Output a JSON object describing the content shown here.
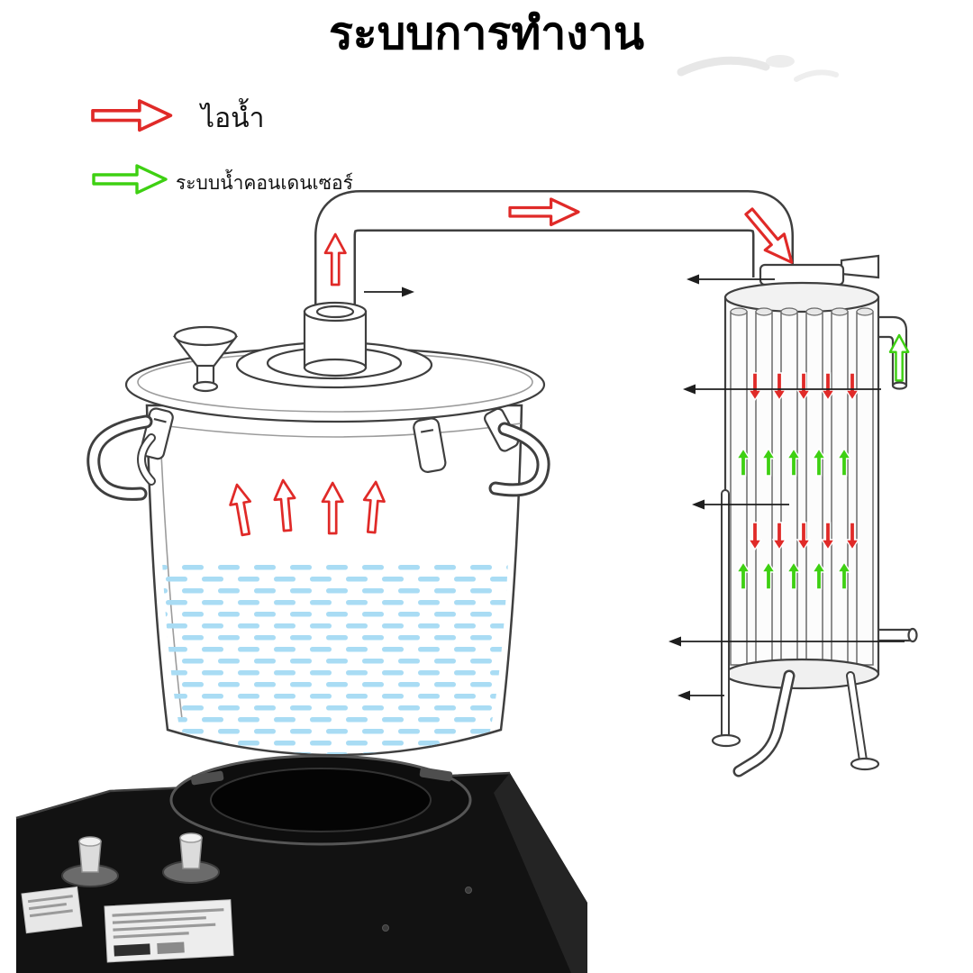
{
  "title": "ระบบการทำงาน",
  "legend": {
    "items": [
      {
        "icon": "steam-arrow-icon",
        "label": "ไอน้ำ",
        "color": "#e02a28"
      },
      {
        "icon": "condenser-water-arrow-icon",
        "label": "ระบบน้ำคอนเดนเซอร์",
        "color": "#3ed012"
      }
    ]
  },
  "colors": {
    "steam": "#e02a28",
    "condenser_water": "#3ed012",
    "water": "#a9dcf4",
    "line": "#3f3f3f",
    "stove": "#121212",
    "callout": "#1e1e1e"
  }
}
